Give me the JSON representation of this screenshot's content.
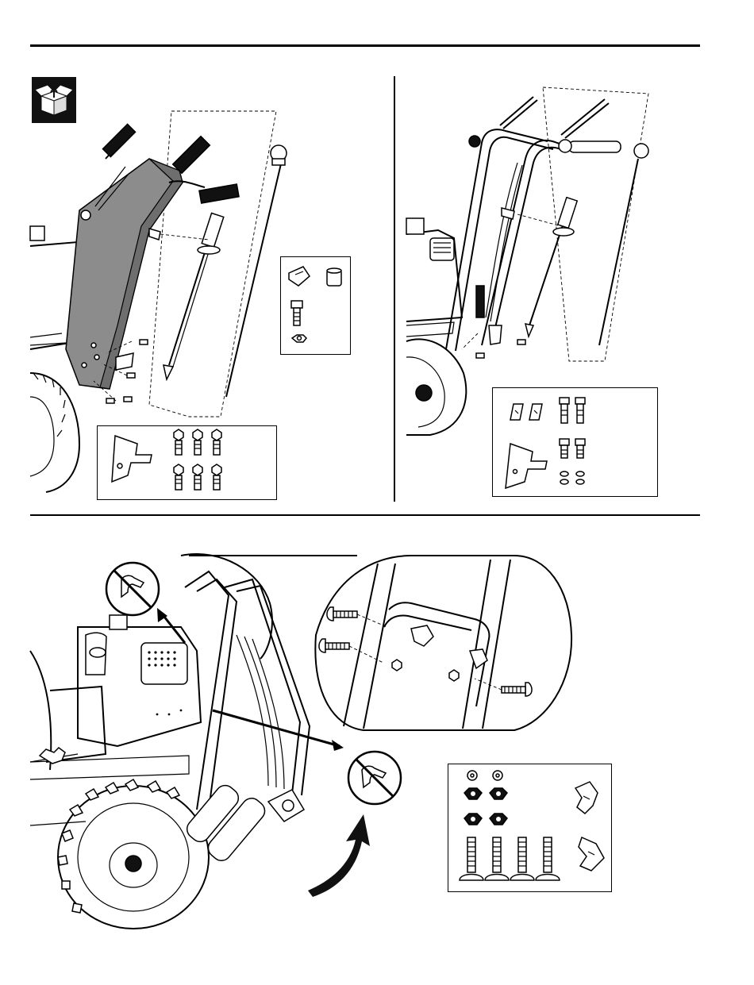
{
  "page": {
    "icon": "open-box-icon",
    "accent_color": "#000000",
    "shade_color": "#8c8c8c"
  },
  "panels": [
    {
      "name": "handle-mounting-left",
      "icon": "snowblower-handle-assembly-icon"
    },
    {
      "name": "handle-mounting-right",
      "icon": "snowblower-upper-handle-icon"
    },
    {
      "name": "cable-guide-installation",
      "icon": "snowblower-cable-guide-icon"
    }
  ],
  "parts": [
    {
      "panel": 0,
      "icons": [
        "bracket-icon",
        "bolt-icon",
        "bolt-icon",
        "bolt-icon",
        "bolt-icon",
        "bolt-icon",
        "bolt-icon"
      ]
    },
    {
      "panel": 0,
      "icons": [
        "clip-icon",
        "spacer-icon",
        "bolt-icon",
        "nut-icon"
      ]
    },
    {
      "panel": 1,
      "icons": [
        "clip-icon",
        "clip-icon",
        "bolt-icon",
        "bolt-icon",
        "bracket-icon",
        "bolt-icon",
        "bolt-icon",
        "nut-icon",
        "nut-icon",
        "nut-icon",
        "nut-icon"
      ]
    },
    {
      "panel": 2,
      "icons": [
        "washer-icon",
        "washer-icon",
        "nut-icon",
        "nut-icon",
        "nut-icon",
        "nut-icon",
        "carriage-bolt-icon",
        "carriage-bolt-icon",
        "carriage-bolt-icon",
        "carriage-bolt-icon",
        "cable-guide-icon",
        "cable-guide-icon"
      ]
    }
  ],
  "callouts": [
    {
      "icon": "no-clip-icon",
      "meaning": "prohibited"
    },
    {
      "icon": "no-clip-icon",
      "meaning": "prohibited"
    },
    {
      "icon": "curved-arrow-icon",
      "meaning": "rotate"
    }
  ]
}
